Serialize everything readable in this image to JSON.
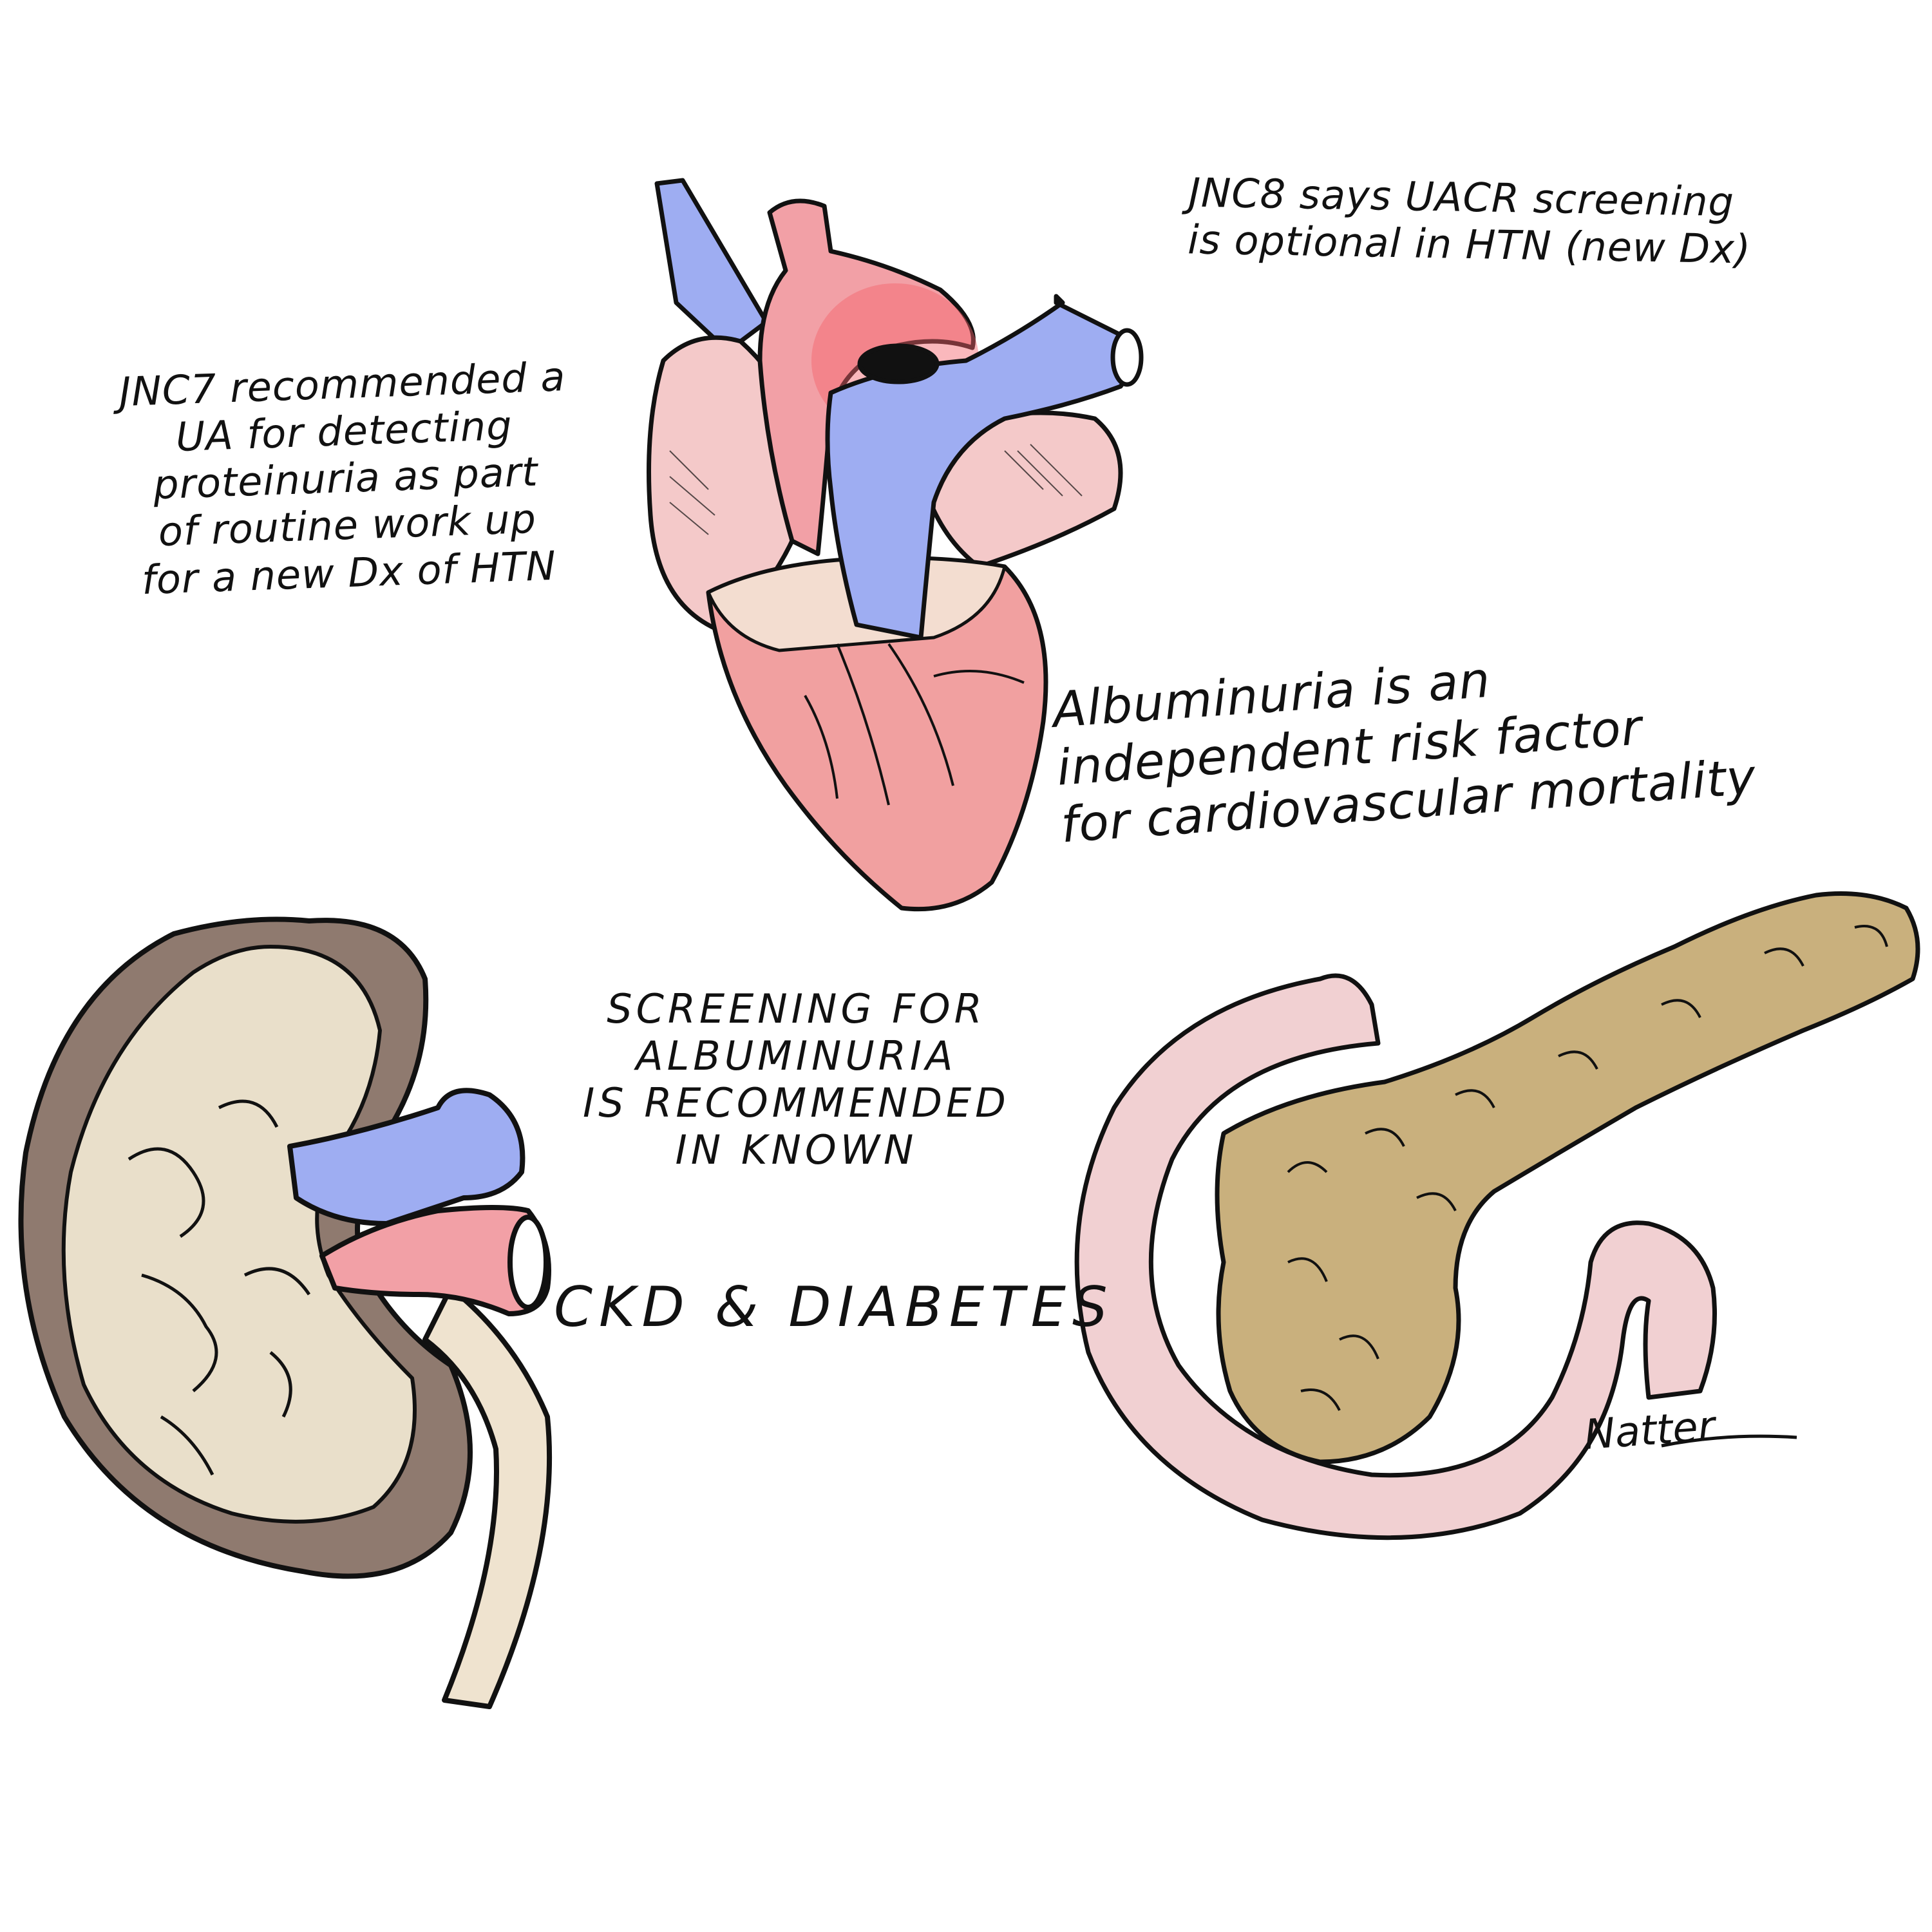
{
  "notes": {
    "jnc7": {
      "lines": [
        "JNC7 recommended a",
        "UA for detecting",
        "proteinuria as part",
        "of routine work up",
        "for a new Dx of HTN"
      ]
    },
    "jnc8": {
      "lines": [
        "JNC8 says UACR screening",
        "is optional in HTN (new Dx)"
      ]
    },
    "albuminuria": {
      "lines": [
        "Albuminuria is an",
        "independent risk factor",
        "for cardiovascular mortality"
      ]
    },
    "screening": {
      "lines": [
        "SCREENING FOR",
        "ALBUMINURIA",
        "IS RECOMMENDED",
        "IN KNOWN"
      ]
    },
    "conditions": "CKD  &  DIABETES",
    "signature": "Natter"
  },
  "colors": {
    "ink": "#111111",
    "artery_red": "#f2a0a6",
    "vein_blue": "#9eadf2",
    "heart_pink": "#f4c9c9",
    "heart_muscle": "#f1a0a0",
    "kidney_brown": "#8f7a6f",
    "kidney_medulla": "#e9dfca",
    "pancreas_tan": "#c9b07d",
    "duodenum_pink": "#f1d0d2"
  },
  "icons": [
    "heart-illustration",
    "kidney-illustration",
    "pancreas-illustration"
  ]
}
